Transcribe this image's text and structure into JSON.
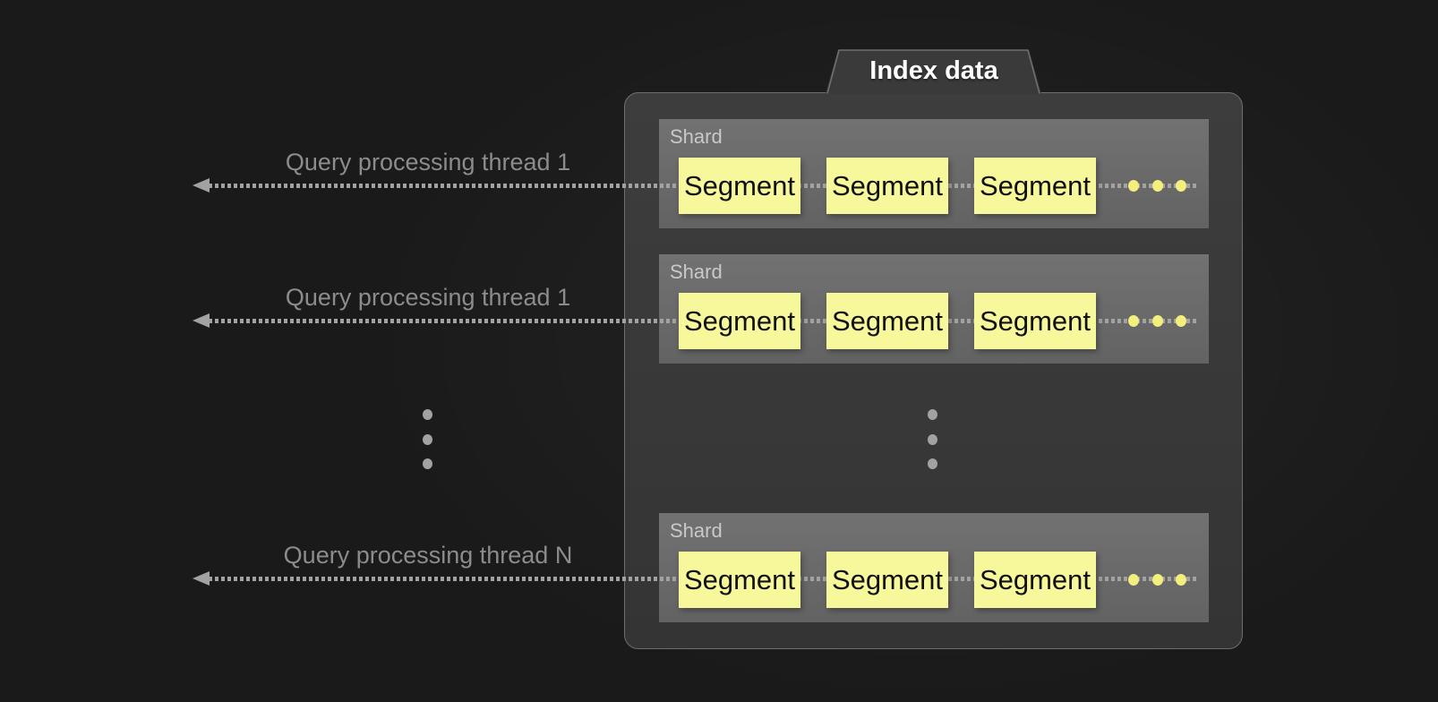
{
  "diagram": {
    "tab": {
      "label": "Index data"
    },
    "threads": [
      {
        "label": "Query processing thread 1"
      },
      {
        "label": "Query processing thread 1"
      },
      {
        "label": "Query processing thread N"
      }
    ],
    "shards": [
      {
        "label": "Shard",
        "segments": [
          "Segment",
          "Segment",
          "Segment"
        ]
      },
      {
        "label": "Shard",
        "segments": [
          "Segment",
          "Segment",
          "Segment"
        ]
      },
      {
        "label": "Shard",
        "segments": [
          "Segment",
          "Segment",
          "Segment"
        ]
      }
    ]
  },
  "colors": {
    "page_bg": "#1a1a1a",
    "container_fill": "#3a3a3a",
    "container_border": "#6e6e6e",
    "shard_fill": "#6a6a6a",
    "shard_label_text": "#c9c9c9",
    "segment_fill": "#f7f79b",
    "segment_text": "#111111",
    "arrow_gray": "#a2a2a2",
    "thread_label_text": "#8c8c8c",
    "ellipsis_yellow": "#f3ef7d",
    "title_text": "#ffffff"
  }
}
